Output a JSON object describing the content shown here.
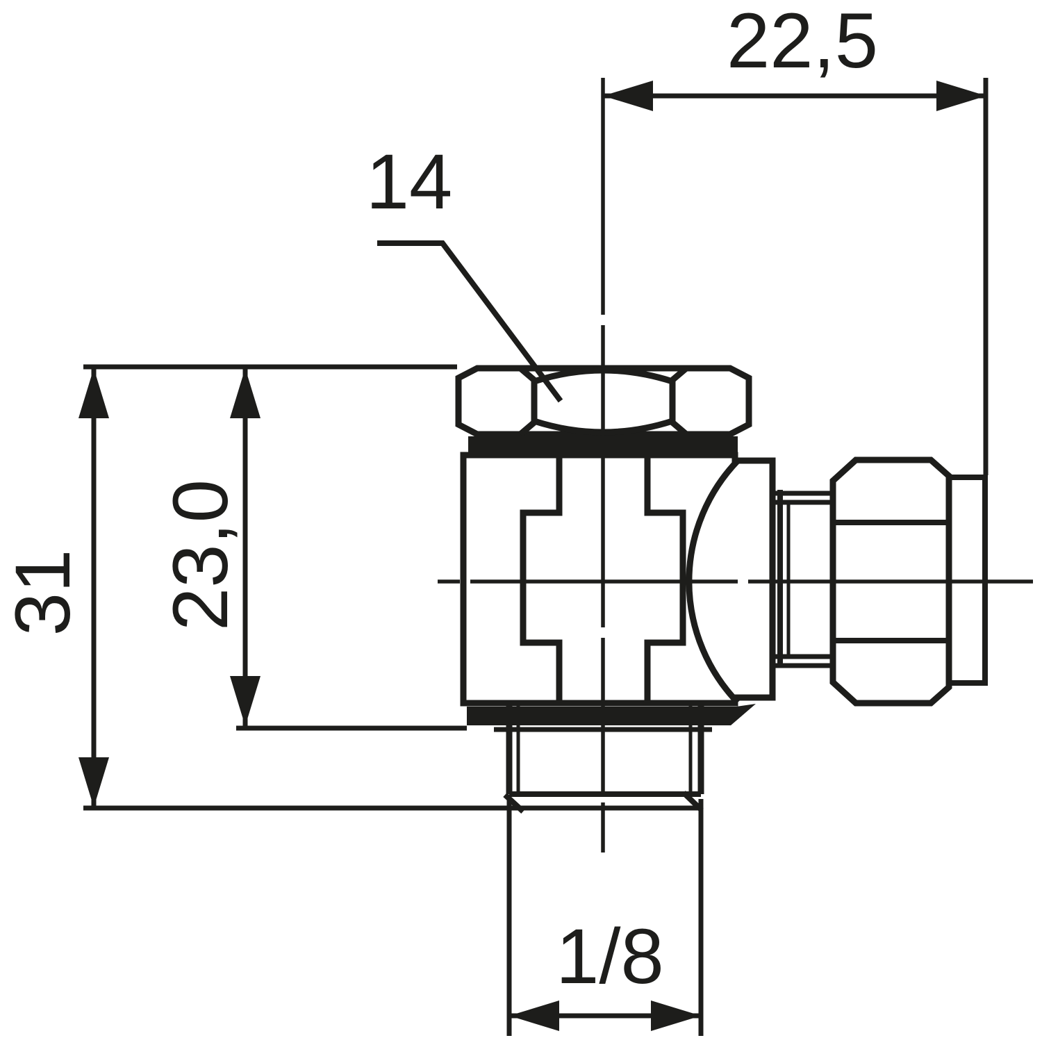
{
  "page": {
    "background": "#ffffff"
  },
  "drawing": {
    "type": "technical-dimension-drawing",
    "ink_color": "#1d1d1b",
    "labels": {
      "width_top": "22,5",
      "hex_flats": "14",
      "overall_height": "31",
      "body_height": "23,0",
      "thread": "1/8"
    }
  }
}
